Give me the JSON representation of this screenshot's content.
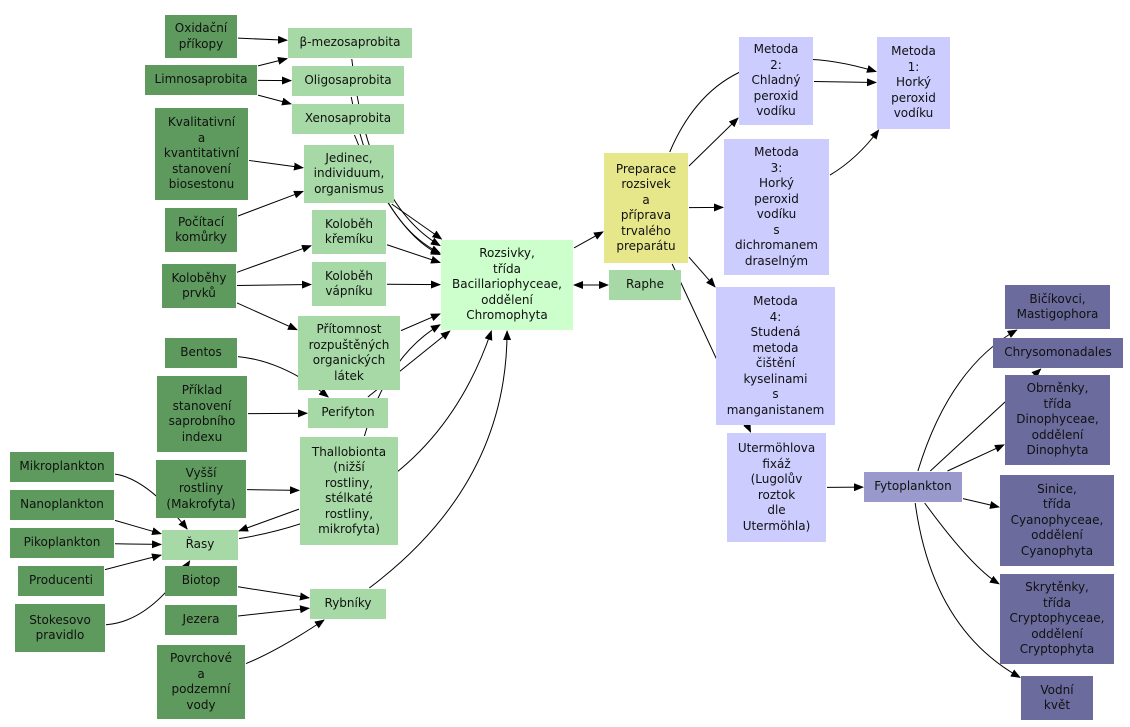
{
  "nodes": [
    {
      "id": "oxidacni",
      "label": "Oxidační\npříkopy",
      "color": "dark"
    },
    {
      "id": "limno",
      "label": "Limnosaprobita",
      "color": "dark"
    },
    {
      "id": "kvalit",
      "label": "Kvalitativní\na\nkvantitativní\nstanovení\nbiosestonu",
      "color": "dark"
    },
    {
      "id": "pocitaci",
      "label": "Počítací\nkomůrky",
      "color": "dark"
    },
    {
      "id": "kolobehy",
      "label": "Koloběhy\nprvků",
      "color": "dark"
    },
    {
      "id": "bentos",
      "label": "Bentos",
      "color": "dark"
    },
    {
      "id": "priklad",
      "label": "Příklad\nstanovení\nsaprobního\nindexu",
      "color": "dark"
    },
    {
      "id": "vyssi",
      "label": "Vyšší\nrostliny\n(Makrofyta)",
      "color": "dark"
    },
    {
      "id": "mikroplankton",
      "label": "Mikroplankton",
      "color": "dark"
    },
    {
      "id": "nanoplankton",
      "label": "Nanoplankton",
      "color": "dark"
    },
    {
      "id": "pikoplankton",
      "label": "Pikoplankton",
      "color": "dark"
    },
    {
      "id": "producenti",
      "label": "Producenti",
      "color": "dark"
    },
    {
      "id": "stokesovo",
      "label": "Stokesovo\npravidlo",
      "color": "dark"
    },
    {
      "id": "biotop",
      "label": "Biotop",
      "color": "dark"
    },
    {
      "id": "jezera",
      "label": "Jezera",
      "color": "dark"
    },
    {
      "id": "povrchove",
      "label": "Povrchové\na\npodzemní\nvody",
      "color": "dark"
    },
    {
      "id": "beta",
      "label": "β-mezosaprobita",
      "color": "light"
    },
    {
      "id": "oligo",
      "label": "Oligosaprobita",
      "color": "light"
    },
    {
      "id": "xeno",
      "label": "Xenosaprobita",
      "color": "light"
    },
    {
      "id": "jedinec",
      "label": "Jedinec,\nindividuum,\norganismus",
      "color": "light"
    },
    {
      "id": "kremik",
      "label": "Koloběh\nkřemíku",
      "color": "light"
    },
    {
      "id": "vapnik",
      "label": "Koloběh\nvápníku",
      "color": "light"
    },
    {
      "id": "pritomnost",
      "label": "Přítomnost\nrozpuštěných\norganických\nlátek",
      "color": "light"
    },
    {
      "id": "perifyton",
      "label": "Perifyton",
      "color": "light"
    },
    {
      "id": "thallo",
      "label": "Thallobionta\n(nižší\nrostliny,\nstélkaté\nrostliny,\nmikrofyta)",
      "color": "light"
    },
    {
      "id": "rasy",
      "label": "Řasy",
      "color": "light"
    },
    {
      "id": "rybniky",
      "label": "Rybníky",
      "color": "light"
    },
    {
      "id": "rozsivky",
      "label": "Rozsivky,\ntřída\nBacillariophyceae,\noddělení\nChromophyta",
      "color": "center"
    },
    {
      "id": "raphe",
      "label": "Raphe",
      "color": "light"
    },
    {
      "id": "preparace",
      "label": "Preparace\nrozsivek\na\npříprava\ntrvalého\npreparátu",
      "color": "yellow"
    },
    {
      "id": "metoda2",
      "label": "Metoda\n2:\nChladný\nperoxid\nvodíku",
      "color": "lav"
    },
    {
      "id": "metoda1",
      "label": "Metoda\n1:\nHorký\nperoxid\nvodíku",
      "color": "lav"
    },
    {
      "id": "metoda3",
      "label": "Metoda\n3:\nHorký\nperoxid\nvodíku\ns\ndichromanem\ndraselným",
      "color": "lav"
    },
    {
      "id": "metoda4",
      "label": "Metoda\n4:\nStudená\nmetoda\nčištění\nkyselinami\ns\nmanganistanem",
      "color": "lav"
    },
    {
      "id": "utermohl",
      "label": "Utermöhlova\nfixáž\n(Lugolův\nroztok\ndle\nUtermöhla)",
      "color": "lav"
    },
    {
      "id": "fytoplankton",
      "label": "Fytoplankton",
      "color": "slate"
    },
    {
      "id": "bickovci",
      "label": "Bičíkovci,\nMastigophora",
      "color": "purple"
    },
    {
      "id": "chryso",
      "label": "Chrysomonadales",
      "color": "purple"
    },
    {
      "id": "obrnenky",
      "label": "Obrněnky,\ntřída\nDinophyceae,\noddělení\nDinophyta",
      "color": "purple"
    },
    {
      "id": "sinice",
      "label": "Sinice,\ntřída\nCyanophyceae,\noddělení\nCyanophyta",
      "color": "purple"
    },
    {
      "id": "skrytenky",
      "label": "Skrytěnky,\ntřída\nCryptophyceae,\noddělení\nCryptophyta",
      "color": "purple"
    },
    {
      "id": "vodni",
      "label": "Vodní\nkvět",
      "color": "purple"
    }
  ],
  "edges": [
    [
      "oxidacni",
      "beta"
    ],
    [
      "limno",
      "beta"
    ],
    [
      "limno",
      "oligo"
    ],
    [
      "limno",
      "xeno"
    ],
    [
      "kvalit",
      "jedinec"
    ],
    [
      "pocitaci",
      "jedinec"
    ],
    [
      "kolobehy",
      "kremik"
    ],
    [
      "kolobehy",
      "vapnik"
    ],
    [
      "kolobehy",
      "pritomnost"
    ],
    [
      "bentos",
      "perifyton"
    ],
    [
      "priklad",
      "perifyton"
    ],
    [
      "vyssi",
      "thallo"
    ],
    [
      "thallo",
      "rasy"
    ],
    [
      "mikroplankton",
      "rasy"
    ],
    [
      "nanoplankton",
      "rasy"
    ],
    [
      "pikoplankton",
      "rasy"
    ],
    [
      "producenti",
      "rasy"
    ],
    [
      "stokesovo",
      "rasy"
    ],
    [
      "biotop",
      "rybniky"
    ],
    [
      "jezera",
      "rybniky"
    ],
    [
      "povrchove",
      "rybniky"
    ],
    [
      "beta",
      "rozsivky"
    ],
    [
      "oligo",
      "rozsivky"
    ],
    [
      "xeno",
      "rozsivky"
    ],
    [
      "jedinec",
      "rozsivky"
    ],
    [
      "kremik",
      "rozsivky"
    ],
    [
      "vapnik",
      "rozsivky"
    ],
    [
      "pritomnost",
      "rozsivky"
    ],
    [
      "perifyton",
      "rozsivky"
    ],
    [
      "thallo",
      "rozsivky"
    ],
    [
      "rasy",
      "rozsivky"
    ],
    [
      "rybniky",
      "rozsivky"
    ],
    [
      "rozsivky",
      "preparace"
    ],
    [
      "raphe",
      "rozsivky"
    ],
    [
      "rozsivky",
      "raphe"
    ],
    [
      "preparace",
      "metoda2"
    ],
    [
      "preparace",
      "metoda1"
    ],
    [
      "preparace",
      "metoda3"
    ],
    [
      "preparace",
      "metoda4"
    ],
    [
      "preparace",
      "utermohl"
    ],
    [
      "metoda2",
      "metoda1"
    ],
    [
      "metoda3",
      "metoda1"
    ],
    [
      "utermohl",
      "fytoplankton"
    ],
    [
      "fytoplankton",
      "bickovci"
    ],
    [
      "fytoplankton",
      "chryso"
    ],
    [
      "fytoplankton",
      "obrnenky"
    ],
    [
      "fytoplankton",
      "sinice"
    ],
    [
      "fytoplankton",
      "skrytenky"
    ],
    [
      "fytoplankton",
      "vodni"
    ]
  ]
}
